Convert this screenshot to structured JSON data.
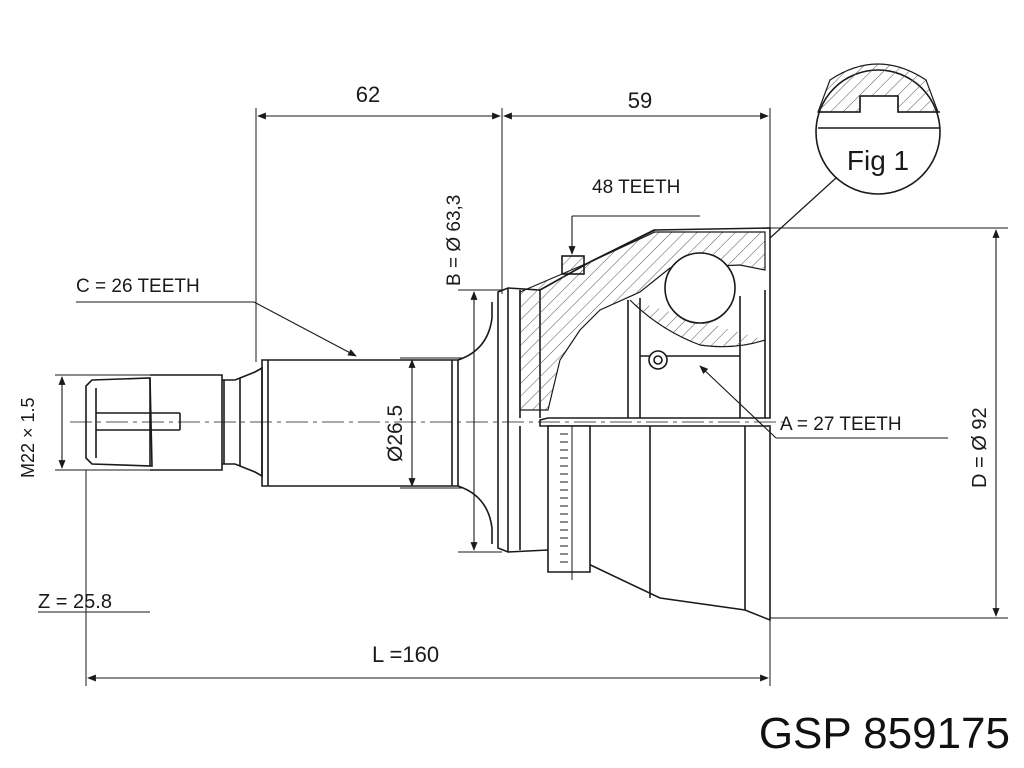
{
  "dimensions": {
    "top_left_length": "62",
    "top_right_length": "59",
    "bearing_diameter": "B = Ø 63,3",
    "abs_ring_teeth": "48 TEETH",
    "shaft_spline": "C = 26 TEETH",
    "thread": "M22 × 1.5",
    "shaft_diameter": "Ø26.5",
    "inner_spline": "A = 27 TEETH",
    "outer_diameter": "D = Ø 92",
    "z_value": "Z = 25.8",
    "total_length": "L =160"
  },
  "detail_label": "Fig 1",
  "brand": {
    "name": "GSP 859175"
  },
  "colors": {
    "line": "#1a1a1a",
    "hatch": "#555555",
    "background": "#ffffff"
  }
}
